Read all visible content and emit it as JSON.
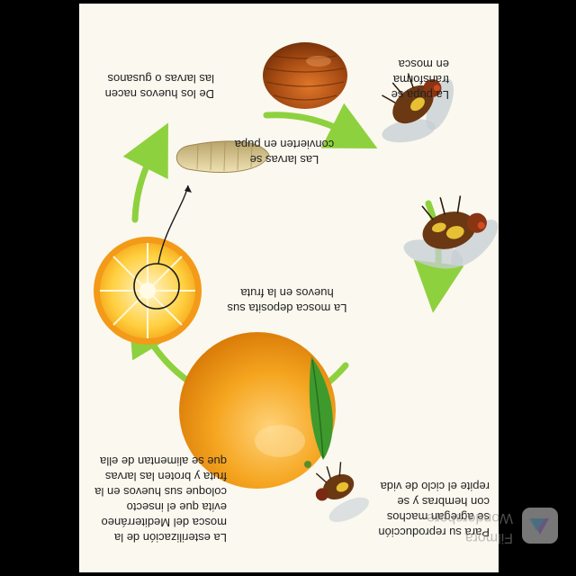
{
  "captions": {
    "step_fly": [
      "La mosca deposita sus",
      "huevos en la fruta"
    ],
    "step_larvae": [
      "De los huevos nacen",
      "las larvas o gusanos"
    ],
    "step_pupa": [
      "Las larvas se",
      "convierten en pupa"
    ],
    "step_adult": [
      "La pupa se",
      "transforma",
      "en mosca"
    ],
    "step_repro": [
      "Para su reproducción",
      "se agregan machos",
      "con hembras y se",
      "repite el ciclo de vida"
    ],
    "step_sterile": [
      "La esterilización de la",
      "mosca del Mediterráneo",
      "evita que el insecto",
      "coloque sus huevos en la",
      "fruta y broten las larvas",
      "que se alimentan de ella"
    ]
  },
  "watermark": {
    "line1": "Filmora",
    "line2": "Wondershare",
    "icon": "filmora-logo-icon"
  },
  "colors": {
    "arrow": "#8ed13e",
    "orange": "#f39a18",
    "orange_light": "#ffd37a",
    "pupa": "#a54a12",
    "larva": "#d6c48e",
    "leaf": "#3e9a2d",
    "fly_body": "#6a3813",
    "fly_mark": "#e8c033",
    "background": "#fbf8ef"
  }
}
